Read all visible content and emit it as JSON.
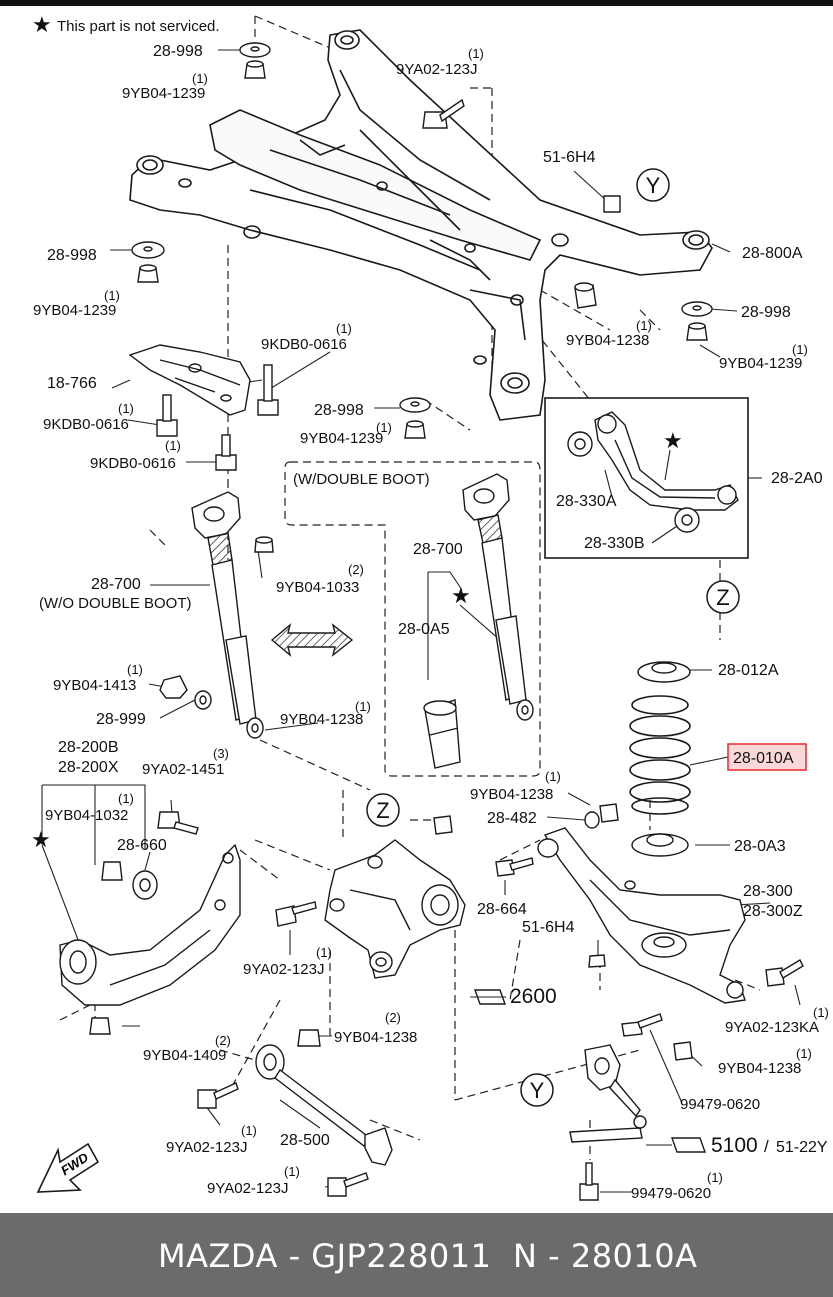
{
  "note": "This part is not serviced.",
  "callouts": [
    {
      "id": "c01",
      "text": "28-998"
    },
    {
      "id": "c02",
      "text": "(1)"
    },
    {
      "id": "c03",
      "text": "9YB04-1239"
    },
    {
      "id": "c04",
      "text": "(1)"
    },
    {
      "id": "c05",
      "text": "9YA02-123J"
    },
    {
      "id": "c06",
      "text": "51-6H4"
    },
    {
      "id": "c07",
      "text": "28-998"
    },
    {
      "id": "c08",
      "text": "(1)"
    },
    {
      "id": "c09",
      "text": "9YB04-1239"
    },
    {
      "id": "c10",
      "text": "28-800A"
    },
    {
      "id": "c11",
      "text": "28-998"
    },
    {
      "id": "c12",
      "text": "(1)"
    },
    {
      "id": "c13",
      "text": "9YB04-1238"
    },
    {
      "id": "c14",
      "text": "(1)"
    },
    {
      "id": "c15",
      "text": "9YB04-1239"
    },
    {
      "id": "c16",
      "text": "(1)"
    },
    {
      "id": "c17",
      "text": "9KDB0-0616"
    },
    {
      "id": "c18",
      "text": "18-766"
    },
    {
      "id": "c19",
      "text": "(1)"
    },
    {
      "id": "c20",
      "text": "9KDB0-0616"
    },
    {
      "id": "c21",
      "text": "(1)"
    },
    {
      "id": "c22",
      "text": "9KDB0-0616"
    },
    {
      "id": "c23",
      "text": "28-998"
    },
    {
      "id": "c24",
      "text": "(1)"
    },
    {
      "id": "c25",
      "text": "9YB04-1239"
    },
    {
      "id": "c26",
      "text": "(W/DOUBLE BOOT)"
    },
    {
      "id": "c27",
      "text": "28-2A0"
    },
    {
      "id": "c28",
      "text": "28-330A"
    },
    {
      "id": "c29",
      "text": "28-330B"
    },
    {
      "id": "c30",
      "text": "28-700"
    },
    {
      "id": "c31",
      "text": "(W/O DOUBLE BOOT)"
    },
    {
      "id": "c32",
      "text": "(2)"
    },
    {
      "id": "c33",
      "text": "9YB04-1033"
    },
    {
      "id": "c34",
      "text": "28-700"
    },
    {
      "id": "c35",
      "text": "28-0A5"
    },
    {
      "id": "c36",
      "text": "28-012A"
    },
    {
      "id": "c37",
      "text": "(1)"
    },
    {
      "id": "c38",
      "text": "9YB04-1413"
    },
    {
      "id": "c39",
      "text": "28-999"
    },
    {
      "id": "c40",
      "text": "(1)"
    },
    {
      "id": "c41",
      "text": "9YB04-1238"
    },
    {
      "id": "c42",
      "text": "28-200B"
    },
    {
      "id": "c43",
      "text": "28-200X"
    },
    {
      "id": "c44",
      "text": "(3)"
    },
    {
      "id": "c45",
      "text": "9YA02-1451"
    },
    {
      "id": "c46",
      "text": "(1)"
    },
    {
      "id": "c47",
      "text": "9YB04-1032"
    },
    {
      "id": "c48",
      "text": "28-660"
    },
    {
      "id": "c49",
      "text": "(1)"
    },
    {
      "id": "c50",
      "text": "9YB04-1238"
    },
    {
      "id": "c51",
      "text": "28-482"
    },
    {
      "id": "c52",
      "text": "28-0A3"
    },
    {
      "id": "c53",
      "text": "28-664"
    },
    {
      "id": "c54",
      "text": "28-300"
    },
    {
      "id": "c55",
      "text": "28-300Z"
    },
    {
      "id": "c56",
      "text": "51-6H4"
    },
    {
      "id": "c57",
      "text": "(1)"
    },
    {
      "id": "c58",
      "text": "9YA02-123J"
    },
    {
      "id": "c59",
      "text": "2600"
    },
    {
      "id": "c60",
      "text": "(1)"
    },
    {
      "id": "c61",
      "text": "9YA02-123KA"
    },
    {
      "id": "c62",
      "text": "(2)"
    },
    {
      "id": "c63",
      "text": "9YB04-1409"
    },
    {
      "id": "c64",
      "text": "(2)"
    },
    {
      "id": "c65",
      "text": "9YB04-1238"
    },
    {
      "id": "c66",
      "text": "(1)"
    },
    {
      "id": "c67",
      "text": "9YB04-1238"
    },
    {
      "id": "c68",
      "text": "(1)"
    },
    {
      "id": "c69",
      "text": "9YA02-123J"
    },
    {
      "id": "c70",
      "text": "28-500"
    },
    {
      "id": "c71",
      "text": "99479-0620"
    },
    {
      "id": "c72",
      "text": "5100"
    },
    {
      "id": "c73",
      "text": "/"
    },
    {
      "id": "c74",
      "text": "51-22Y"
    },
    {
      "id": "c75",
      "text": "(1)"
    },
    {
      "id": "c76",
      "text": "9YA02-123J"
    },
    {
      "id": "c77",
      "text": "(1)"
    },
    {
      "id": "c78",
      "text": "99479-0620"
    }
  ],
  "highlight": {
    "text": "28-010A",
    "color": "#e8353a",
    "fill": "#fbd7d7"
  },
  "ref_circles": [
    {
      "id": "y1",
      "letter": "Y"
    },
    {
      "id": "z1",
      "letter": "Z"
    },
    {
      "id": "z2",
      "letter": "Z"
    },
    {
      "id": "y2",
      "letter": "Y"
    }
  ],
  "direction_label": "FWD",
  "footer": {
    "brand": "MAZDA - GJP228011",
    "part": "N - 28010A",
    "background": "#6b6b6b"
  }
}
